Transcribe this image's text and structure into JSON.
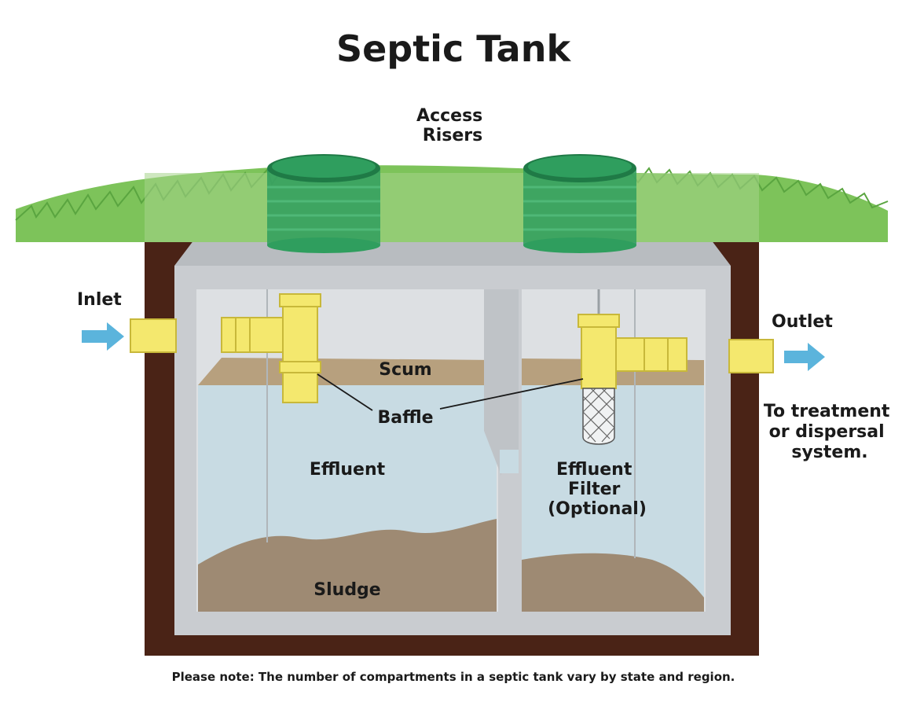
{
  "title": "Septic Tank",
  "labels": {
    "access_risers": [
      "Access",
      "Risers"
    ],
    "inlet": "Inlet",
    "outlet": "Outlet",
    "outlet_destination": [
      "To treatment",
      "or dispersal",
      "system."
    ],
    "scum": "Scum",
    "baffle": "Baffle",
    "effluent": "Effluent",
    "effluent_filter": [
      "Effluent",
      "Filter",
      "(Optional)"
    ],
    "sludge": "Sludge"
  },
  "footnote": "Please note: The number of compartments in a septic tank vary by state and region.",
  "colors": {
    "grass": "#7dc35a",
    "grass_dark": "#5aa540",
    "soil": "#4a2316",
    "concrete": "#c9ccd0",
    "concrete_inner": "#d7dadd",
    "water": "#c8dbe3",
    "scum": "#b7a07e",
    "sludge": "#9e8a73",
    "pipe": "#f4e86e",
    "pipe_edge": "#c8b83a",
    "riser": "#2f9e5e",
    "riser_top": "#1f7a46",
    "arrow": "#5bb4dc"
  }
}
